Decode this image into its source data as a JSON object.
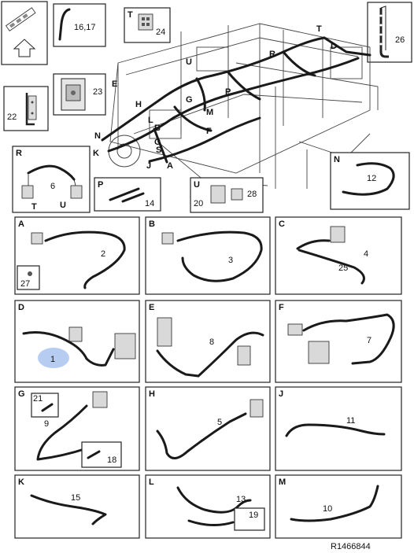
{
  "diagram": {
    "reference": "R1466844",
    "highlight_color": "#a9c4ee",
    "overview": {
      "labels": [
        "T",
        "D",
        "R",
        "U",
        "E",
        "H",
        "G",
        "M",
        "P",
        "L",
        "B",
        "N",
        "C",
        "K",
        "F",
        "J",
        "A",
        "S"
      ],
      "inset_callouts": {
        "hose": "16,17",
        "connector_t": "24",
        "bracket_top": "23",
        "bracket_left": "22",
        "bracket_right": "26"
      }
    },
    "panels": {
      "R": {
        "letter": "R",
        "part": "6",
        "sub": [
          "T",
          "U"
        ]
      },
      "P": {
        "letter": "P",
        "part": "14"
      },
      "U": {
        "letter": "U",
        "parts": [
          "20",
          "28"
        ]
      },
      "N": {
        "letter": "N",
        "part": "12"
      },
      "A": {
        "letter": "A",
        "part": "2",
        "inset": "27"
      },
      "B": {
        "letter": "B",
        "part": "3"
      },
      "C": {
        "letter": "C",
        "part": "4",
        "extra": "25"
      },
      "D": {
        "letter": "D",
        "part": "1"
      },
      "E": {
        "letter": "E",
        "part": "8"
      },
      "F": {
        "letter": "F",
        "part": "7"
      },
      "G": {
        "letter": "G",
        "part": "9",
        "extras": [
          "21",
          "18"
        ]
      },
      "H": {
        "letter": "H",
        "part": "5"
      },
      "J": {
        "letter": "J",
        "part": "11"
      },
      "K": {
        "letter": "K",
        "part": "15"
      },
      "L": {
        "letter": "L",
        "part": "13",
        "extra": "19"
      },
      "M": {
        "letter": "M",
        "part": "10"
      }
    }
  }
}
